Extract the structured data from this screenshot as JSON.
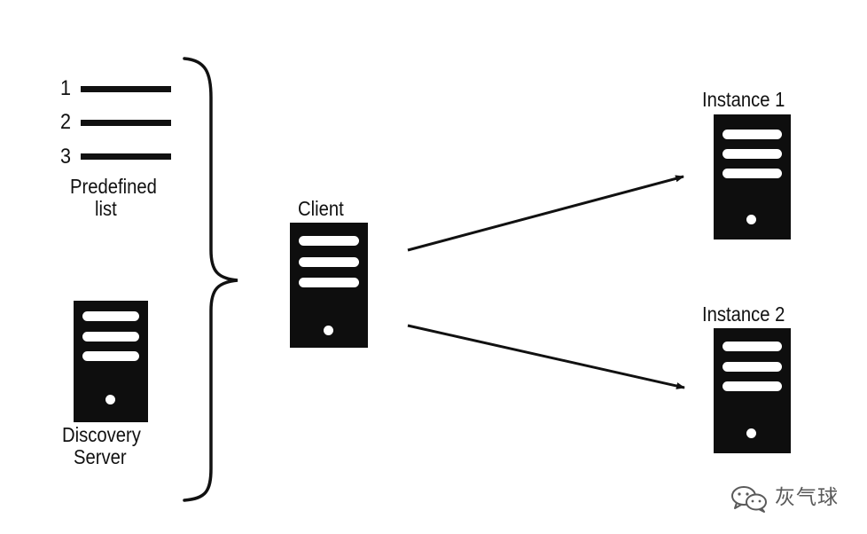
{
  "predefined_list": {
    "items": [
      "1",
      "2",
      "3"
    ],
    "label_line1": "Predefined",
    "label_line2": "list"
  },
  "discovery_server": {
    "label_line1": "Discovery",
    "label_line2": "Server"
  },
  "client": {
    "label": "Client"
  },
  "instances": [
    {
      "label": "Instance 1"
    },
    {
      "label": "Instance 2"
    }
  ],
  "watermark": {
    "text": "灰气球",
    "icon": "wechat-icon"
  },
  "colors": {
    "ink": "#111111",
    "server_body": "#0e0e0e",
    "background": "#ffffff",
    "watermark": "#5a5a5a"
  }
}
